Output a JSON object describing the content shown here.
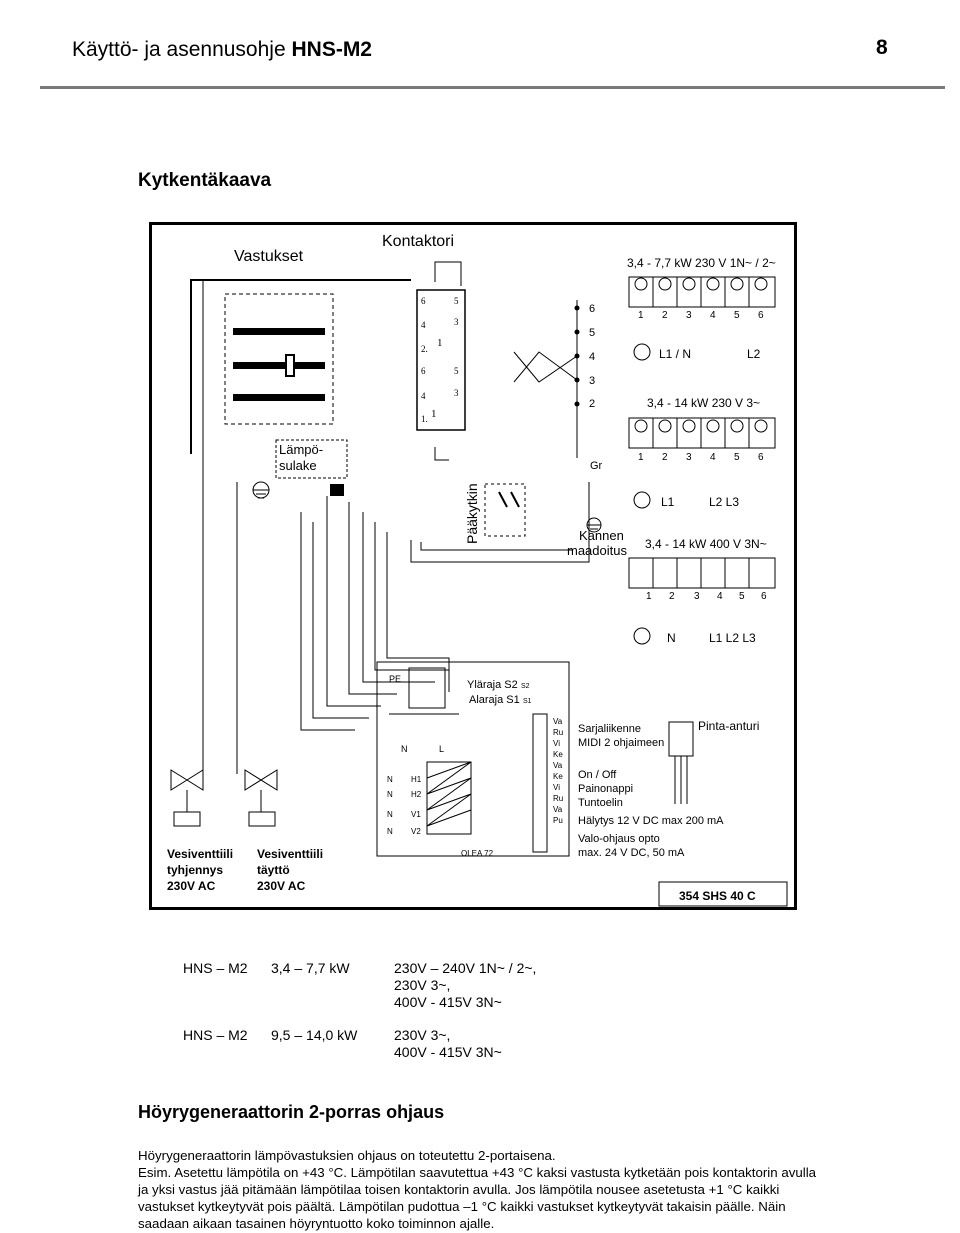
{
  "header": {
    "title_prefix": "Käyttö- ja asennusohje ",
    "title_model": "HNS-M2",
    "page_number": "8"
  },
  "section_title": "Kytkentäkaava",
  "diagram": {
    "vastukset": "Vastukset",
    "kontaktori": "Kontaktori",
    "lampo_1": "Lämpö-",
    "lampo_2": "sulake",
    "paakytkin": "Pääkytkin",
    "gr": "Gr",
    "kannen_1": "Kannen",
    "kannen_2": "maadoitus",
    "spec1": "3,4 - 7,7 kW 230 V  1N~ / 2~",
    "spec2": "3,4 - 14 kW 230 V  3~",
    "spec3": "3,4 - 14 kW 400 V  3N~",
    "block1_left": "L1 / N",
    "block1_right": "L2",
    "block2_l1": "L1",
    "block2_l23": "L2  L3",
    "block3_n": "N",
    "block3_l": "L1   L2   L3",
    "terminal_numbers": [
      "1",
      "2",
      "3",
      "4",
      "5",
      "6"
    ],
    "right_numbers": [
      "6",
      "5",
      "4",
      "3",
      "2"
    ],
    "contactor_top": [
      "6",
      "5",
      "4",
      "3",
      "2.",
      "1"
    ],
    "contactor_bot": [
      "6",
      "5",
      "4",
      "3",
      "1.",
      "1"
    ],
    "valve1_1": "Vesiventtiili",
    "valve1_2": "tyhjennys",
    "valve1_3": "230V AC",
    "valve2_1": "Vesiventtiili",
    "valve2_2": "täyttö",
    "valve2_3": "230V AC",
    "pe": "PE",
    "ylaraja": "Yläraja S2",
    "s2": "S2",
    "alaraja": "Alaraja S1",
    "s1": "S1",
    "n": "N",
    "l": "L",
    "h1": "H1",
    "h2": "H2",
    "v1": "V1",
    "v2": "V2",
    "olea": "OLEA 72",
    "wire_colors": [
      "Va",
      "Ru",
      "Vi",
      "Ke",
      "Va",
      "Ke",
      "Vi",
      "Ru",
      "Va",
      "Pu"
    ],
    "sarjaliikenne": "Sarjaliikenne",
    "midi": "MIDI 2 ohjaimeen",
    "onoff": "On / Off",
    "painonappi": "Painonappi",
    "tuntoelin": "Tuntoelin",
    "halytys": "Hälytys 12  V DC max 200 mA",
    "valo1": "Valo-ohjaus opto",
    "valo2": "max. 24 V DC, 50 mA",
    "pinta": "Pinta-anturi",
    "shs": "354   SHS  40 C"
  },
  "specs": [
    {
      "model": "HNS – M2",
      "power": "3,4 – 7,7 kW",
      "lines": [
        "230V – 240V 1N~ / 2~,",
        "230V 3~,",
        "400V - 415V 3N~"
      ]
    },
    {
      "model": "HNS – M2",
      "power": "9,5 – 14,0 kW",
      "lines": [
        "230V 3~,",
        "400V - 415V 3N~"
      ]
    }
  ],
  "section2_title": "Höyrygeneraattorin 2-porras ohjaus",
  "paragraph": [
    "Höyrygeneraattorin lämpövastuksien ohjaus on toteutettu 2-portaisena.",
    "Esim. Asetettu lämpötila on +43  °C. Lämpötilan saavutettua +43  °C kaksi vastusta kytketään pois kontaktorin avulla",
    "ja yksi vastus jää pitämään lämpötilaa toisen kontaktorin avulla.  Jos lämpötila nousee asetetusta +1  °C kaikki",
    "vastukset kytkeytyvät pois päältä. Lämpötilan pudottua –1  °C kaikki vastukset kytkeytyvät takaisin päälle.  Näin",
    "saadaan aikaan tasainen höyryntuotto koko toiminnon ajalle."
  ]
}
